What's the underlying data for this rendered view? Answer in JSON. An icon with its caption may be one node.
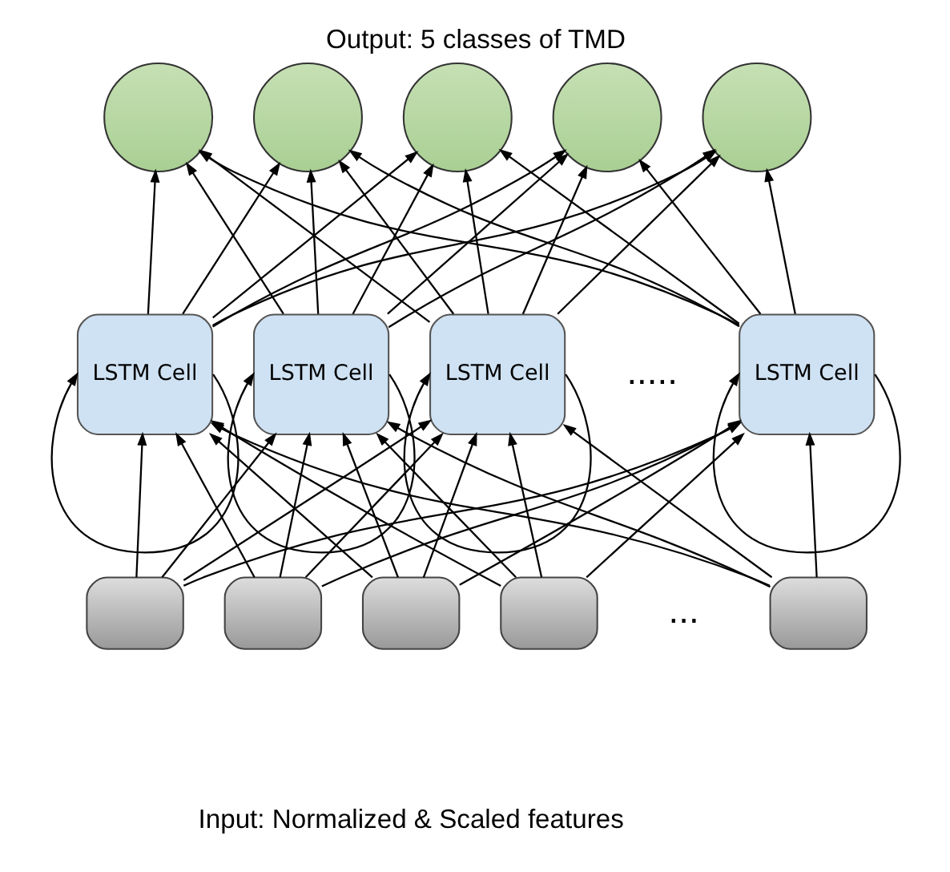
{
  "diagram": {
    "title": "Output: 5 classes of TMD",
    "caption": "Input: Normalized & Scaled features",
    "nodes": [
      {
        "text": [],
        "shape": "circle"
      },
      {
        "text": [],
        "shape": "circle"
      },
      {
        "text": [],
        "shape": "circle"
      },
      {
        "text": [],
        "shape": "circle"
      },
      {
        "text": [],
        "shape": "circle"
      },
      {
        "text": [
          "LSTM Cell"
        ]
      },
      {
        "text": [
          "LSTM Cell"
        ]
      },
      {
        "text": [
          "LSTM Cell"
        ]
      },
      {
        "text": [
          "LSTM Cell"
        ]
      },
      {
        "text": [],
        "shape": "box"
      },
      {
        "text": [],
        "shape": "box"
      },
      {
        "text": [],
        "shape": "box"
      },
      {
        "text": [],
        "shape": "box"
      },
      {
        "text": [],
        "shape": "box"
      }
    ],
    "edges": [
      {
        "from": 5,
        "to": 5,
        "arrow": "to"
      },
      {
        "from": 6,
        "to": 6,
        "arrow": "to"
      },
      {
        "from": 7,
        "to": 7,
        "arrow": "to"
      },
      {
        "from": 8,
        "to": 8,
        "arrow": "to"
      },
      {
        "from": 5,
        "to": 0,
        "arrow": "to"
      },
      {
        "from": 5,
        "to": 1,
        "arrow": "to"
      },
      {
        "from": 5,
        "to": 2,
        "arrow": "to"
      },
      {
        "from": 5,
        "to": 3,
        "arrow": "to"
      },
      {
        "from": 5,
        "to": 4,
        "arrow": "to"
      },
      {
        "from": 6,
        "to": 0,
        "arrow": "to"
      },
      {
        "from": 6,
        "to": 1,
        "arrow": "to"
      },
      {
        "from": 6,
        "to": 2,
        "arrow": "to"
      },
      {
        "from": 6,
        "to": 3,
        "arrow": "to"
      },
      {
        "from": 6,
        "to": 4,
        "arrow": "to"
      },
      {
        "from": 7,
        "to": 0,
        "arrow": "to"
      },
      {
        "from": 7,
        "to": 1,
        "arrow": "to"
      },
      {
        "from": 7,
        "to": 2,
        "arrow": "to"
      },
      {
        "from": 7,
        "to": 3,
        "arrow": "to"
      },
      {
        "from": 7,
        "to": 4,
        "arrow": "to"
      },
      {
        "from": 8,
        "to": 0,
        "arrow": "to"
      },
      {
        "from": 8,
        "to": 1,
        "arrow": "to"
      },
      {
        "from": 8,
        "to": 2,
        "arrow": "to"
      },
      {
        "from": 8,
        "to": 3,
        "arrow": "to"
      },
      {
        "from": 8,
        "to": 4,
        "arrow": "to"
      },
      {
        "from": 9,
        "to": 5,
        "arrow": "to"
      },
      {
        "from": 9,
        "to": 6,
        "arrow": "to"
      },
      {
        "from": 9,
        "to": 7,
        "arrow": "to"
      },
      {
        "from": 9,
        "to": 8,
        "arrow": "to"
      },
      {
        "from": 10,
        "to": 5,
        "arrow": "to"
      },
      {
        "from": 10,
        "to": 6,
        "arrow": "to"
      },
      {
        "from": 10,
        "to": 7,
        "arrow": "to"
      },
      {
        "from": 10,
        "to": 8,
        "arrow": "to"
      },
      {
        "from": 11,
        "to": 5,
        "arrow": "to"
      },
      {
        "from": 11,
        "to": 6,
        "arrow": "to"
      },
      {
        "from": 11,
        "to": 7,
        "arrow": "to"
      },
      {
        "from": 11,
        "to": 8,
        "arrow": "to"
      },
      {
        "from": 12,
        "to": 5,
        "arrow": "to"
      },
      {
        "from": 12,
        "to": 6,
        "arrow": "to"
      },
      {
        "from": 12,
        "to": 7,
        "arrow": "to"
      },
      {
        "from": 12,
        "to": 8,
        "arrow": "to"
      },
      {
        "from": 13,
        "to": 5,
        "arrow": "to"
      },
      {
        "from": 13,
        "to": 6,
        "arrow": "to"
      },
      {
        "from": 13,
        "to": 7,
        "arrow": "to"
      },
      {
        "from": 13,
        "to": 8,
        "arrow": "to"
      }
    ],
    "labels": [
      ".....",
      "..."
    ]
  }
}
